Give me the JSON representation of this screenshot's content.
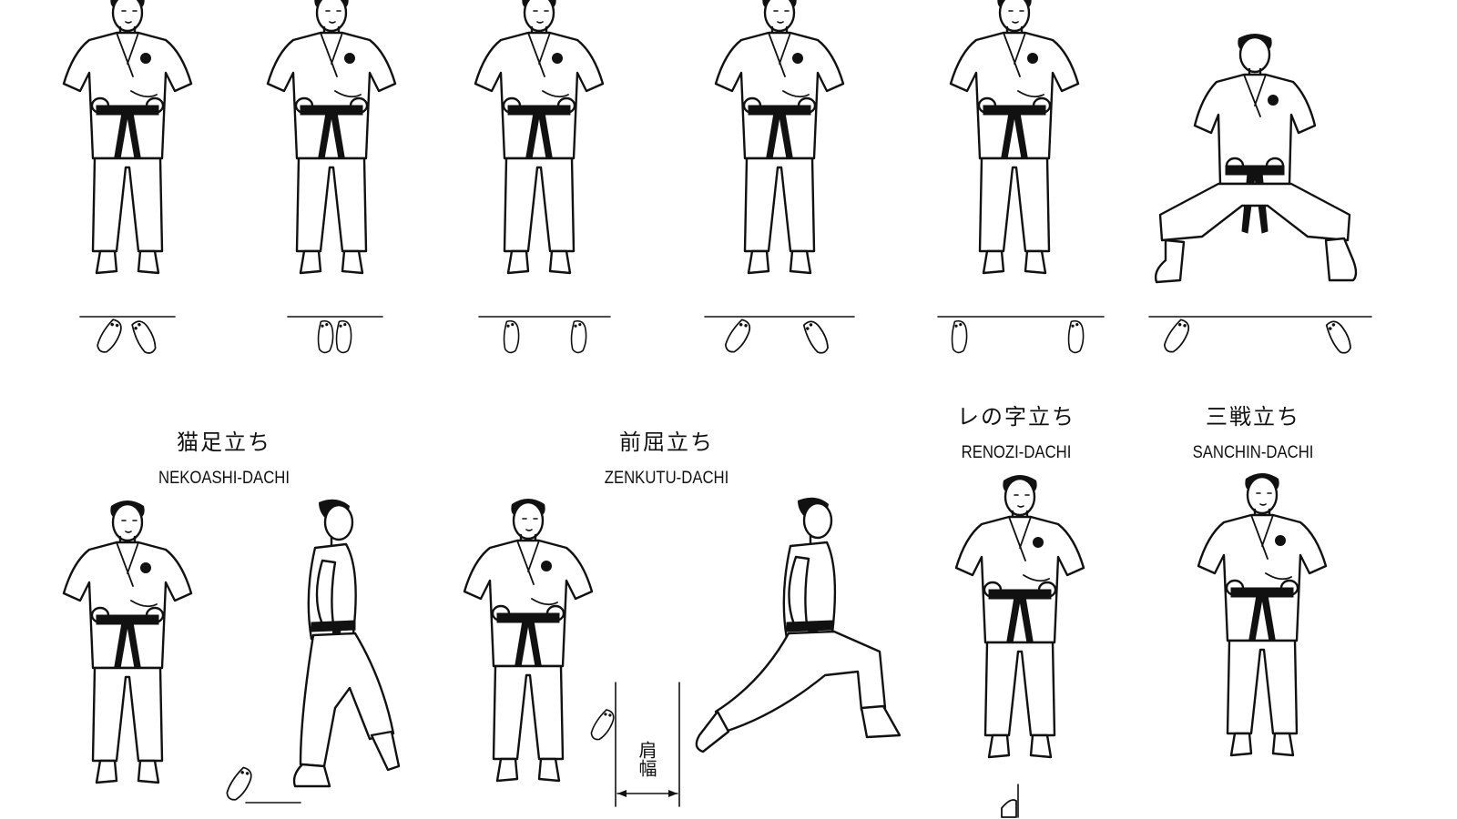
{
  "stances": [
    {
      "jp": "猫足立ち",
      "romaji": "NEKOASHI-DACHI"
    },
    {
      "jp": "前屈立ち",
      "romaji": "ZENKUTU-DACHI"
    },
    {
      "jp": "レの字立ち",
      "romaji": "RENOZI-DACHI"
    },
    {
      "jp": "三戦立ち",
      "romaji": "SANCHIN-DACHI"
    }
  ],
  "dimension_label": "肩幅"
}
